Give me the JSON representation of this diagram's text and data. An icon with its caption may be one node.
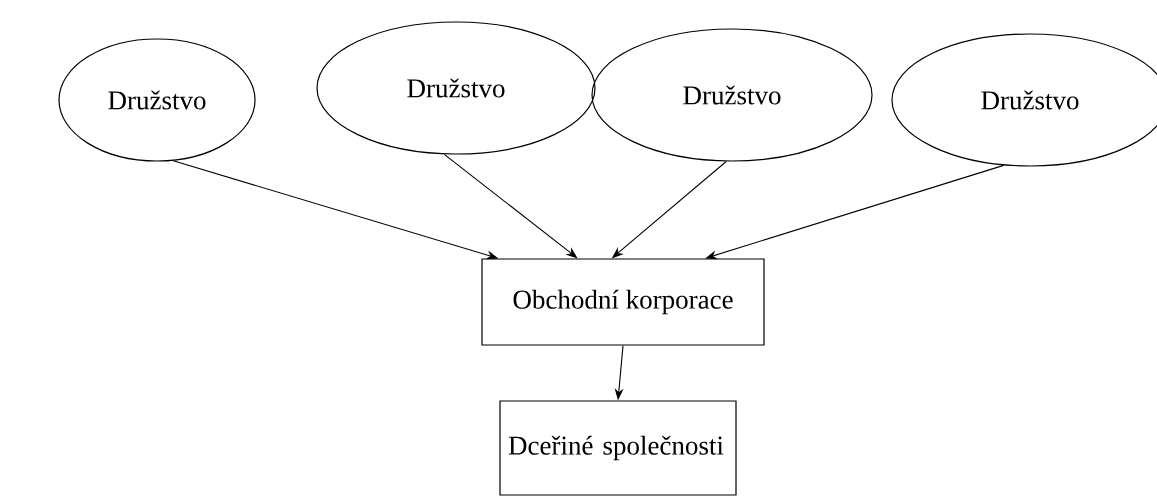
{
  "diagram": {
    "nodes": [
      {
        "text": [
          "Družstvo"
        ]
      },
      {
        "text": [
          "Družstvo"
        ]
      },
      {
        "text": [
          "Družstvo"
        ]
      },
      {
        "text": [
          "Družstvo"
        ]
      },
      {
        "text": [
          "Obchodní korporace"
        ]
      },
      {
        "text": [
          "Dceřiné společnosti"
        ]
      }
    ],
    "edges": [
      {
        "from": 0,
        "to": 4,
        "arrow": "to"
      },
      {
        "from": 1,
        "to": 4,
        "arrow": "to"
      },
      {
        "from": 2,
        "to": 4,
        "arrow": "to"
      },
      {
        "from": 3,
        "to": 4,
        "arrow": "to"
      },
      {
        "from": 4,
        "to": 5,
        "arrow": "to"
      }
    ]
  }
}
